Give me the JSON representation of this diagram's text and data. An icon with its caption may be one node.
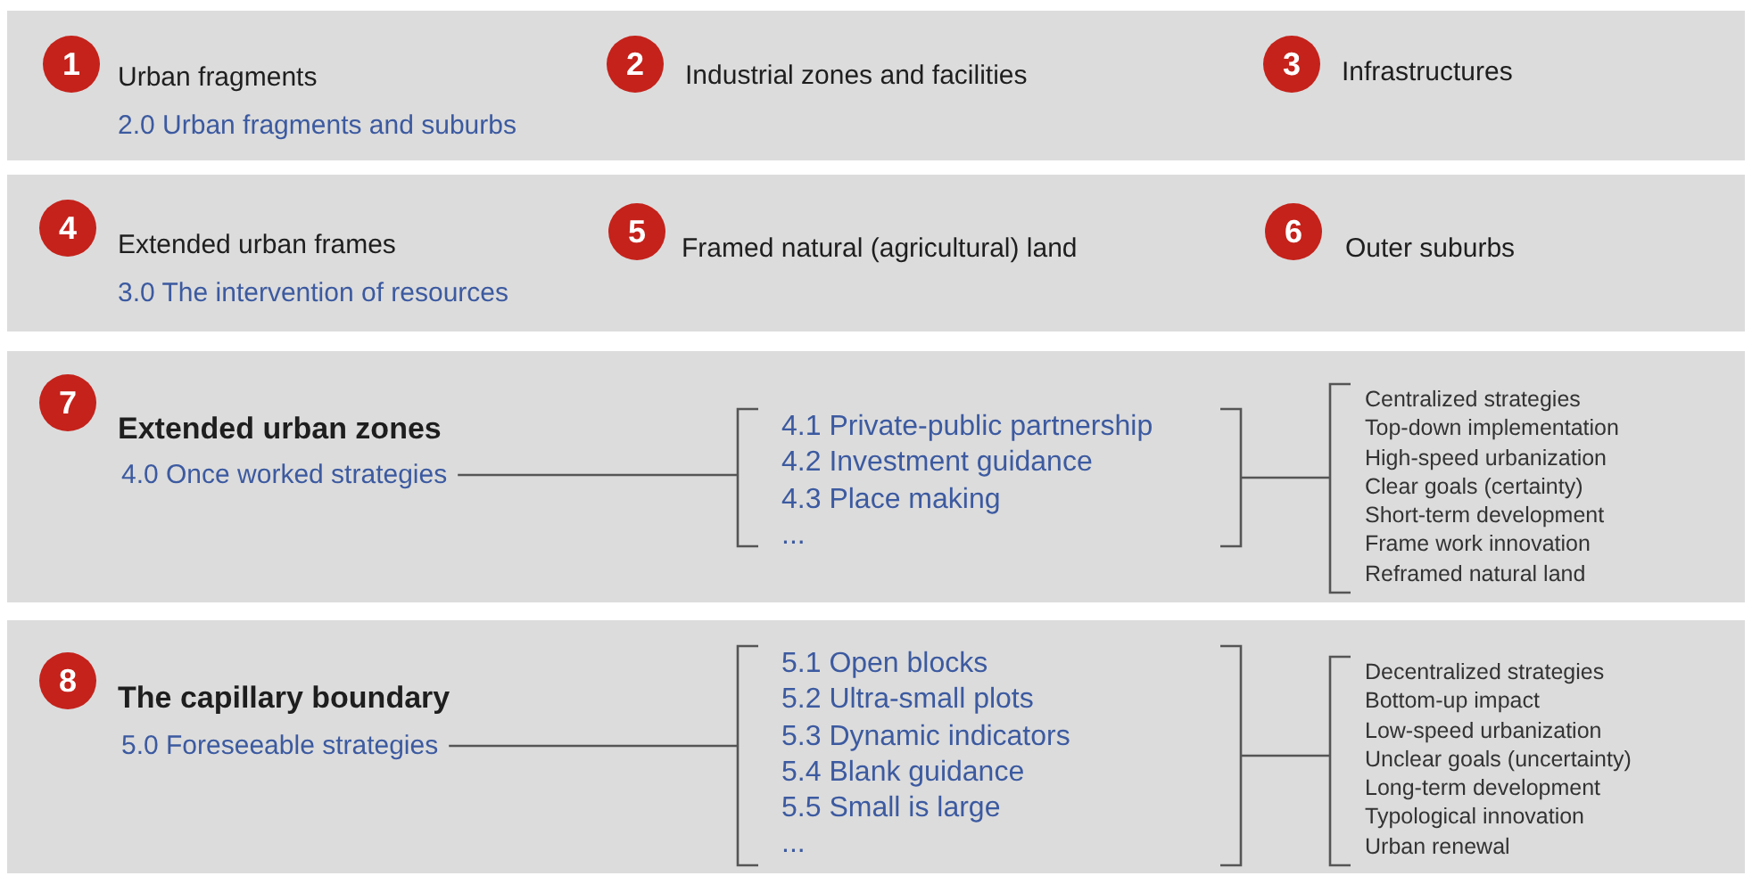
{
  "diagram": {
    "nodes": [
      {
        "text": [],
        "shape": "band"
      },
      {
        "text": [
          "1"
        ],
        "in": 0,
        "beside": [
          "Urban fragments",
          "2.0 Urban fragments and suburbs"
        ]
      },
      {
        "text": [
          "2"
        ],
        "in": 0,
        "beside": [
          "Industrial zones and facilities"
        ]
      },
      {
        "text": [
          "3"
        ],
        "in": 0,
        "beside": [
          "Infrastructures"
        ]
      },
      {
        "text": [],
        "shape": "band"
      },
      {
        "text": [
          "4"
        ],
        "in": 4,
        "beside": [
          "Extended urban frames",
          "3.0 The intervention of resources"
        ]
      },
      {
        "text": [
          "5"
        ],
        "in": 4,
        "beside": [
          "Framed natural (agricultural) land"
        ]
      },
      {
        "text": [
          "6"
        ],
        "in": 4,
        "beside": [
          "Outer suburbs"
        ]
      },
      {
        "text": [],
        "shape": "band"
      },
      {
        "text": [
          "7"
        ],
        "in": 8,
        "beside": [
          "Extended urban zones"
        ]
      },
      {
        "text": [
          "4.0 Once worked strategies"
        ],
        "in": 8
      },
      {
        "text": [
          "4.1 Private-public partnership",
          "4.2 Investment guidance",
          "4.3 Place making",
          "..."
        ],
        "in": 8
      },
      {
        "text": [
          "Centralized strategies",
          "Top-down implementation",
          "High-speed urbanization",
          "Clear goals (certainty)",
          "Short-term development",
          "Frame work innovation",
          "Reframed natural land"
        ],
        "in": 8
      },
      {
        "text": [],
        "shape": "band"
      },
      {
        "text": [
          "8"
        ],
        "in": 13,
        "beside": [
          "The capillary boundary"
        ]
      },
      {
        "text": [
          "5.0 Foreseeable strategies"
        ],
        "in": 13
      },
      {
        "text": [
          "5.1 Open blocks",
          "5.2 Ultra-small plots",
          "5.3 Dynamic indicators",
          "5.4 Blank guidance",
          "5.5 Small is large",
          "..."
        ],
        "in": 13
      },
      {
        "text": [
          "Decentralized strategies",
          "Bottom-up impact",
          "Low-speed urbanization",
          "Unclear goals (uncertainty)",
          "Long-term development",
          "Typological innovation",
          "Urban renewal"
        ],
        "in": 13
      }
    ],
    "edges": [
      {
        "from": 10,
        "to": 11,
        "arrow": "none"
      },
      {
        "from": 11,
        "to": 12,
        "arrow": "none"
      },
      {
        "from": 15,
        "to": 16,
        "arrow": "none"
      },
      {
        "from": 16,
        "to": 17,
        "arrow": "none"
      }
    ]
  }
}
